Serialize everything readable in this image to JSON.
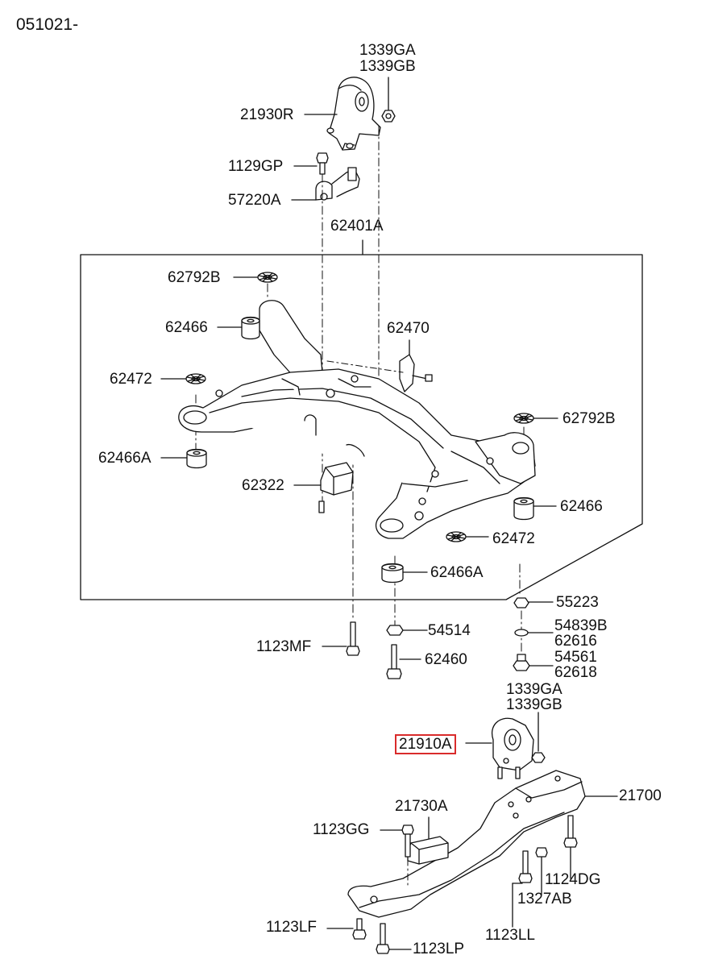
{
  "header": {
    "code": "051021-"
  },
  "highlight_color": "#d92b2b",
  "parts": {
    "p_1339ga_top": "1339GA",
    "p_1339gb_top": "1339GB",
    "p_21930r": "21930R",
    "p_1129gp": "1129GP",
    "p_57220a": "57220A",
    "p_62401a": "62401A",
    "p_62792b_l": "62792B",
    "p_62466_l": "62466",
    "p_62470": "62470",
    "p_62472_l": "62472",
    "p_62792b_r": "62792B",
    "p_62466a_l": "62466A",
    "p_62322": "62322",
    "p_62466_r": "62466",
    "p_62472_r": "62472",
    "p_62466a_r": "62466A",
    "p_55223": "55223",
    "p_54514": "54514",
    "p_54839b": "54839B",
    "p_62616": "62616",
    "p_1123mf": "1123MF",
    "p_62460": "62460",
    "p_54561": "54561",
    "p_62618": "62618",
    "p_1339ga_bot": "1339GA",
    "p_1339gb_bot": "1339GB",
    "p_21910a": "21910A",
    "p_21700": "21700",
    "p_21730a": "21730A",
    "p_1123gg": "1123GG",
    "p_1124dg": "1124DG",
    "p_1327ab": "1327AB",
    "p_1123lf": "1123LF",
    "p_1123ll": "1123LL",
    "p_1123lp": "1123LP"
  }
}
